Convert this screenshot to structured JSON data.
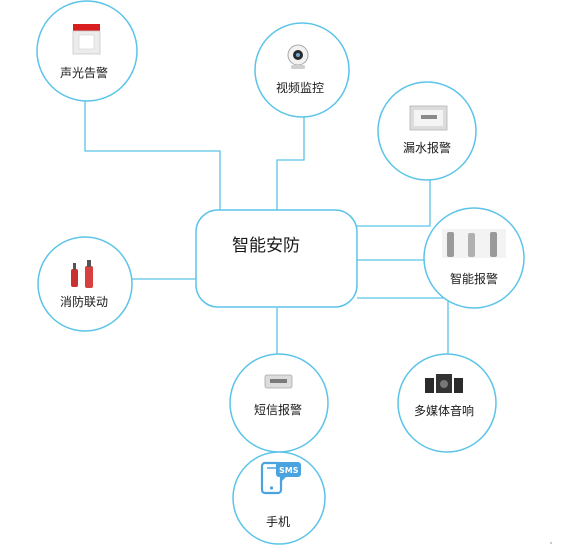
{
  "colors": {
    "line": "#5bc4e8",
    "node_fill": "#ffffff",
    "node_stroke": "#5bc4e8"
  },
  "center": {
    "label": "智能安防"
  },
  "nodes": {
    "alarm": {
      "label": "声光告警",
      "icon": "siren-icon"
    },
    "video": {
      "label": "视频监控",
      "icon": "webcam-icon"
    },
    "leak": {
      "label": "漏水报警",
      "icon": "leak-sensor-icon"
    },
    "smart": {
      "label": "智能报警",
      "icon": "infrared-beam-icon"
    },
    "fire": {
      "label": "消防联动",
      "icon": "fire-extinguisher-icon"
    },
    "sms": {
      "label": "短信报警",
      "icon": "sms-modem-icon"
    },
    "media": {
      "label": "多媒体音响",
      "icon": "speaker-icon"
    },
    "phone": {
      "label": "手机",
      "icon": "mobile-phone-icon"
    }
  },
  "phone_badge": "SMS"
}
